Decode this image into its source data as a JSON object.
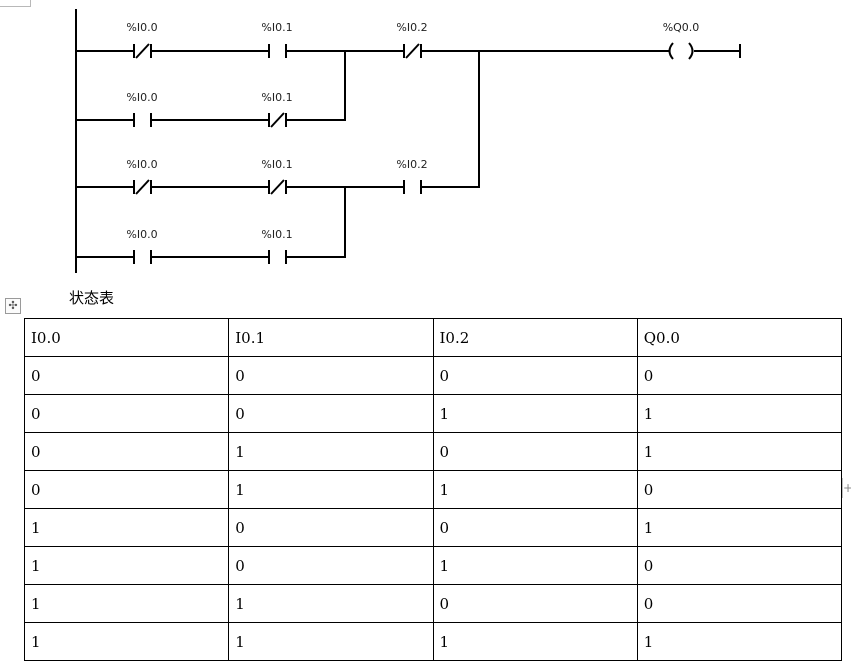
{
  "ladder": {
    "rung1": {
      "c1": "%I0.0",
      "c2": "%I0.1",
      "c3": "%I0.2",
      "coil": "%Q0.0"
    },
    "rung2": {
      "c1": "%I0.0",
      "c2": "%I0.1"
    },
    "rung3": {
      "c1": "%I0.0",
      "c2": "%I0.1",
      "c3": "%I0.2"
    },
    "rung4": {
      "c1": "%I0.0",
      "c2": "%I0.1"
    }
  },
  "table_title": "状态表",
  "table": {
    "headers": [
      "I0.0",
      "I0.1",
      "I0.2",
      "Q0.0"
    ],
    "rows": [
      [
        "0",
        "0",
        "0",
        "0"
      ],
      [
        "0",
        "0",
        "1",
        "1"
      ],
      [
        "0",
        "1",
        "0",
        "1"
      ],
      [
        "0",
        "1",
        "1",
        "0"
      ],
      [
        "1",
        "0",
        "0",
        "1"
      ],
      [
        "1",
        "0",
        "1",
        "0"
      ],
      [
        "1",
        "1",
        "0",
        "0"
      ],
      [
        "1",
        "1",
        "1",
        "1"
      ]
    ]
  }
}
